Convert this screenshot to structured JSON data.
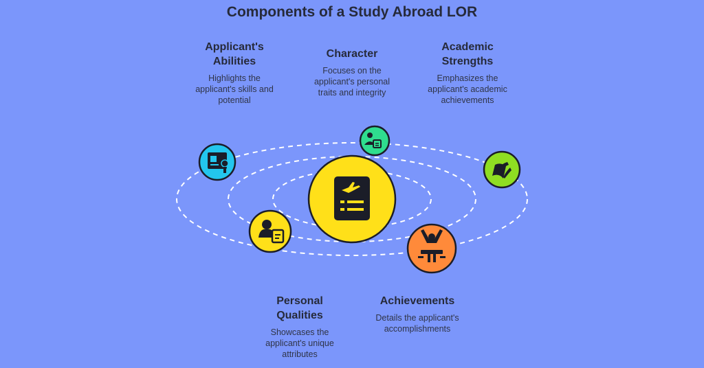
{
  "title": "Components of a Study Abroad LOR",
  "colors": {
    "background": "#7b96fb",
    "center": "#ffe019",
    "abilities": "#23c6ee",
    "character": "#2fdd8f",
    "academic": "#8fde22",
    "personal": "#ffe019",
    "achievements": "#ff8a3a",
    "outline": "#1b1d28"
  },
  "components": {
    "abilities": {
      "heading": "Applicant's\nAbilities",
      "description": "Highlights the\napplicant's skills and\npotential",
      "icon": "id-card-person-icon"
    },
    "character": {
      "heading": "Character",
      "description": "Focuses on the\napplicant's personal\ntraits and integrity",
      "icon": "person-document-icon"
    },
    "academic": {
      "heading": "Academic\nStrengths",
      "description": "Emphasizes the\napplicant's academic\nachievements",
      "icon": "open-book-icon"
    },
    "personal": {
      "heading": "Personal\nQualities",
      "description": "Showcases the\napplicant's unique\nattributes",
      "icon": "person-note-icon"
    },
    "achievements": {
      "heading": "Achievements",
      "description": "Details the applicant's\naccomplishments",
      "icon": "celebrating-person-icon"
    }
  },
  "center_icon": "boarding-pass-icon"
}
